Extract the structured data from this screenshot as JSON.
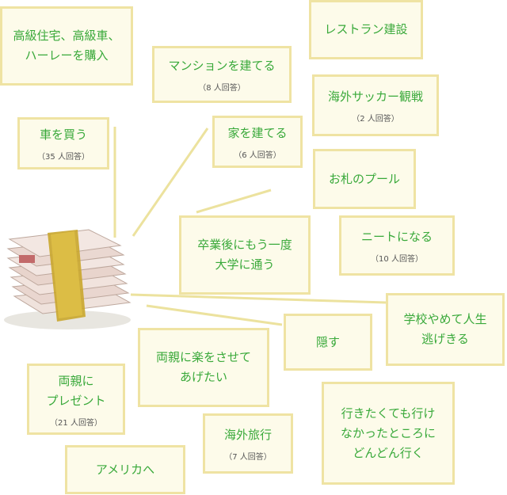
{
  "colors": {
    "box_fill": "#fdfbea",
    "box_border": "#efe3a3",
    "text": "#39a93a",
    "line": "#ece29e"
  },
  "nodes": {
    "luxury": {
      "main": "高級住宅、高級車、\nハーレーを購入",
      "sub": ""
    },
    "restaurant": {
      "main": "レストラン建設",
      "sub": ""
    },
    "mansion": {
      "main": "マンションを建てる",
      "sub": "（8 人回答）"
    },
    "soccer": {
      "main": "海外サッカー観戦",
      "sub": "（2 人回答）"
    },
    "car": {
      "main": "車を買う",
      "sub": "（35 人回答）"
    },
    "house": {
      "main": "家を建てる",
      "sub": "（6 人回答）"
    },
    "pool": {
      "main": "お札のプール",
      "sub": ""
    },
    "neet": {
      "main": "ニートになる",
      "sub": "（10 人回答）"
    },
    "university": {
      "main": "卒業後にもう一度\n大学に通う",
      "sub": ""
    },
    "quit": {
      "main": "学校やめて人生\n逃げきる",
      "sub": ""
    },
    "hide": {
      "main": "隠す",
      "sub": ""
    },
    "parents_fun": {
      "main": "両親に楽をさせて\nあげたい",
      "sub": ""
    },
    "parents_gift": {
      "main": "両親に\nプレゼント",
      "sub": "（21 人回答）"
    },
    "travel": {
      "main": "海外旅行",
      "sub": "（7 人回答）"
    },
    "go_places": {
      "main": "行きたくても行け\nなかったところに\nどんどん行く",
      "sub": ""
    },
    "america": {
      "main": "アメリカへ",
      "sub": ""
    }
  },
  "image": {
    "icon": "money-stack-icon"
  }
}
